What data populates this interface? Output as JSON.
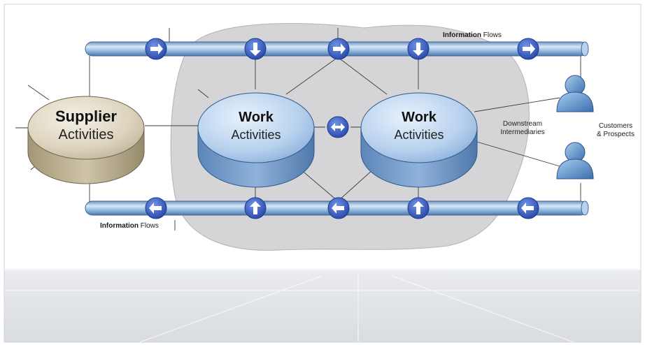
{
  "diagram": {
    "top_flow": {
      "bold": "Information",
      "normal": " Flows"
    },
    "bottom_flow": {
      "bold": "Information",
      "normal": " Flows"
    },
    "supplier": {
      "line1": "Supplier",
      "line2": "Activities"
    },
    "work_left": {
      "line1": "Work",
      "line2": "Activities"
    },
    "work_right": {
      "line1": "Work",
      "line2": "Activities"
    },
    "downstream": {
      "line1": "Downstream",
      "line2": "Intermediaries"
    },
    "customers": {
      "line1": "Customers",
      "line2": "& Prospects"
    }
  },
  "colors": {
    "pipe": "#9dc0e4",
    "disk_work": "#a8c6e8",
    "disk_supplier": "#d6cdb8",
    "blob": "#d3d3d6",
    "arrow_badge": "#3a5fc8",
    "person": "#5b93cf"
  },
  "icons": {
    "top_arrows": [
      "arrow-right-icon",
      "arrow-down-icon",
      "arrow-right-icon",
      "arrow-down-icon",
      "arrow-right-icon"
    ],
    "bottom_arrows": [
      "arrow-left-icon",
      "arrow-up-icon",
      "arrow-left-icon",
      "arrow-up-icon",
      "arrow-left-icon"
    ],
    "center_arrow": "arrow-left-right-icon",
    "people": [
      "person-icon",
      "person-icon"
    ]
  }
}
